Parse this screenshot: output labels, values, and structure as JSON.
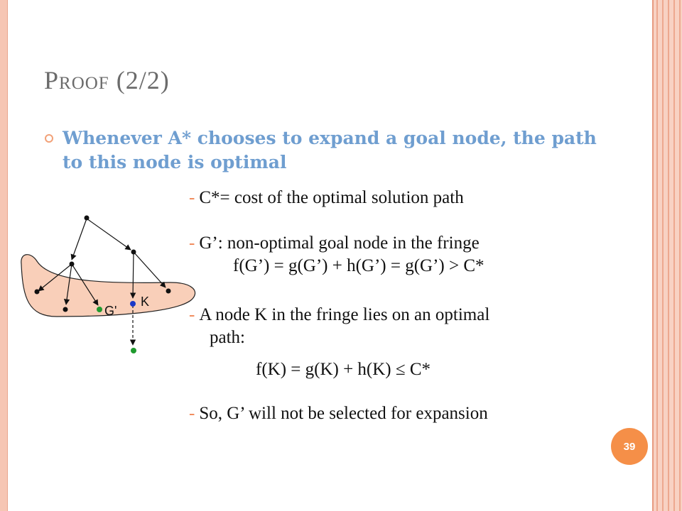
{
  "title": "Proof (2/2)",
  "main_bullet": "Whenever A* chooses to expand a goal node, the path to this node is optimal",
  "sub_bullets": {
    "b1": "C*= cost of the optimal solution path",
    "b2_line1": "G’: non-optimal goal node in the fringe",
    "b2_line2": "f(G’) = g(G’) + h(G’) = g(G’) > C*",
    "b3_line1": "A node K in the fringe lies on an optimal",
    "b3_line2": "path:",
    "b3_formula": "f(K) = g(K) + h(K) ≤ C*",
    "b4": "So, G’ will not be selected for expansion"
  },
  "dash": "-",
  "diagram": {
    "label_g": "G'",
    "label_k": "K"
  },
  "slide_number": "39",
  "colors": {
    "title": "#6b6b6b",
    "bullet_text": "#6f9ed0",
    "accent": "#f58f48",
    "fringe_fill": "#f9cfb9",
    "goal_node": "#1f9a2e",
    "k_node": "#1c39c8"
  }
}
